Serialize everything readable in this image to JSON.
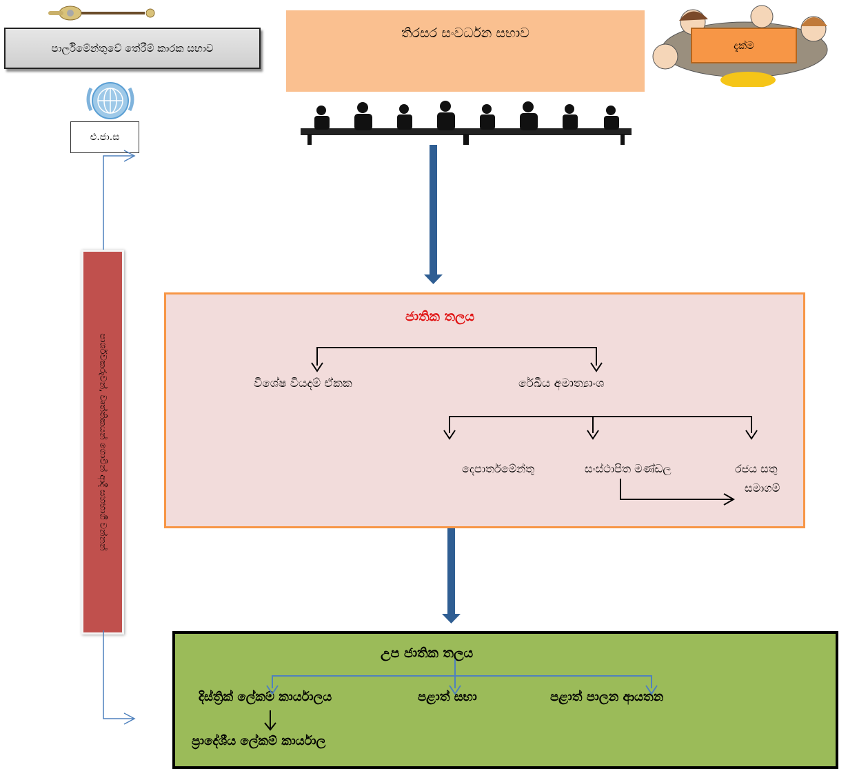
{
  "parliament": {
    "label": "පාර්ලිමේන්තුවේ තේරීම් කාරක සභාව"
  },
  "un": {
    "label": "එ.ජා.ස"
  },
  "environment_council": {
    "label": "තිරසර සංවර්ධන සභාව"
  },
  "committee": {
    "label": "දැක්ම"
  },
  "vertical_bar": {
    "label": "පාර්ශවකරුවන්, වෘත්තිකයන් ගොවීන් ආදී සහභාගී වන්නන්"
  },
  "national_level": {
    "title": "ජාතික තලය",
    "special_units": "විශේෂ වියදම් ඒකක",
    "line_ministries": "රේඛීය අමාත්‍යාංශ",
    "departments": "දෙපාර්තමේන්තු",
    "statutory_boards": "සංස්ථාපිත මණ්ඩල",
    "state_enterprises_line1": "රජය සතු",
    "state_enterprises_line2": "සමාගම්"
  },
  "subnational_level": {
    "title": "උප ජාතික තලය",
    "district_secretariats": "දිස්ත්‍රික් ලේකම් කාර්යාලය",
    "provincial_councils": "පළාත් සභා",
    "provincial_institutions": "පළාත් පාලන ආයතන",
    "divisional_secretariats": "ප්‍රාදේශීය ලේකම් කාර්යාල"
  },
  "colors": {
    "council_fill": "#fac090",
    "national_fill": "#f2dcdb",
    "national_border": "#f79646",
    "national_title": "#e01010",
    "subnational_fill": "#9bbb59",
    "vertical_bar": "#c0504d",
    "main_arrow": "#2f5e93",
    "connector_blue": "#4f81bd"
  }
}
